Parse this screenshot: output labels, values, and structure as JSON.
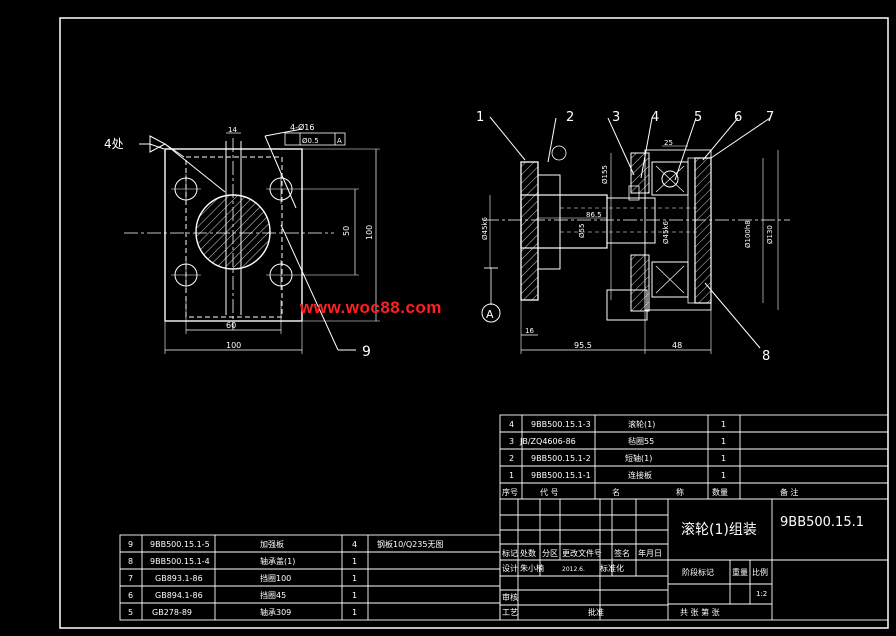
{
  "watermark": "www.woc88.com",
  "left_view": {
    "callout_4x": "4处",
    "tol_holes": "4-Ø16",
    "tol_position": "Ø0.5",
    "tol_datum": "A",
    "dim_14": "14",
    "dim_50": "50",
    "dim_100_v": "100",
    "dim_60": "60",
    "dim_100_h": "100",
    "balloon_9": "9"
  },
  "main_view": {
    "balloons": [
      "1",
      "2",
      "3",
      "4",
      "5",
      "6",
      "7",
      "8"
    ],
    "datum_label": "A",
    "dim_25": "25",
    "dim_155": "Ø155",
    "dim_86_5": "86.5",
    "dim_45k6_left": "Ø45k6",
    "dim_55": "Ø55",
    "dim_45k6": "Ø45k6",
    "dim_100h8": "Ø100h8",
    "dim_130": "Ø130",
    "dim_16": "16",
    "dim_95_5": "95.5",
    "dim_48": "48"
  },
  "parts_top": [
    {
      "no": "4",
      "code": "9BB500.15.1-3",
      "name": "滚轮(1)",
      "qty": "1"
    },
    {
      "no": "3",
      "code": "JB/ZQ4606-86",
      "name": "毡圈55",
      "qty": "1"
    },
    {
      "no": "2",
      "code": "9BB500.15.1-2",
      "name": "短轴(1)",
      "qty": "1"
    },
    {
      "no": "1",
      "code": "9BB500.15.1-1",
      "name": "连接板",
      "qty": "1"
    }
  ],
  "parts_header": {
    "no": "序号",
    "code": "代 号",
    "name": "名",
    "name2": "称",
    "qty": "数量",
    "note": "备 注"
  },
  "parts_bottom": [
    {
      "no": "9",
      "code": "9BB500.15.1-5",
      "name": "加强板",
      "qty": "4",
      "note": "钢板10/Q235无图"
    },
    {
      "no": "8",
      "code": "9BB500.15.1-4",
      "name": "轴承盖(1)",
      "qty": "1",
      "note": ""
    },
    {
      "no": "7",
      "code": "GB893.1-86",
      "name": "挡圈100",
      "qty": "1",
      "note": ""
    },
    {
      "no": "6",
      "code": "GB894.1-86",
      "name": "挡圈45",
      "qty": "1",
      "note": ""
    },
    {
      "no": "5",
      "code": "GB278-89",
      "name": "轴承309",
      "qty": "1",
      "note": ""
    }
  ],
  "title_block": {
    "drawing_title": "滚轮(1)组装",
    "drawing_no": "9BB500.15.1",
    "row_mark": [
      "标记",
      "处数",
      "分区",
      "更改文件号",
      "签名",
      "年月日"
    ],
    "design": "设计",
    "design_name": "朱小楠",
    "design_date": "2012.6.",
    "standardize": "标准化",
    "stage": "阶段标记",
    "weight": "重量",
    "scale": "比例",
    "scale_val": "1:2",
    "review": "审核",
    "process": "工艺",
    "approve": "批准",
    "sheets": "共  张  第  张"
  }
}
